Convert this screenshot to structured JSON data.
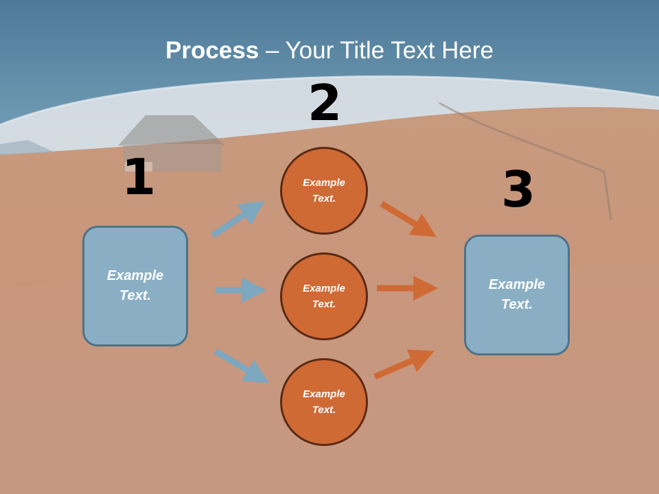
{
  "slide": {
    "title_bold": "Process",
    "title_rest": " – Your Title Text Here",
    "colors": {
      "header_band": "#5f8aa6",
      "box_fill": "#8aafc4",
      "circle_fill": "#d06a35",
      "blue_arrow": "#7ea7c0",
      "orange_arrow": "#d06a35"
    }
  },
  "steps": {
    "num1": "1",
    "num2": "2",
    "num3": "3"
  },
  "nodes": {
    "left_box": "Example\nText.",
    "circle_top": "Example\nText.",
    "circle_middle": "Example\nText.",
    "circle_bottom": "Example\nText.",
    "right_box": "Example\nText."
  }
}
